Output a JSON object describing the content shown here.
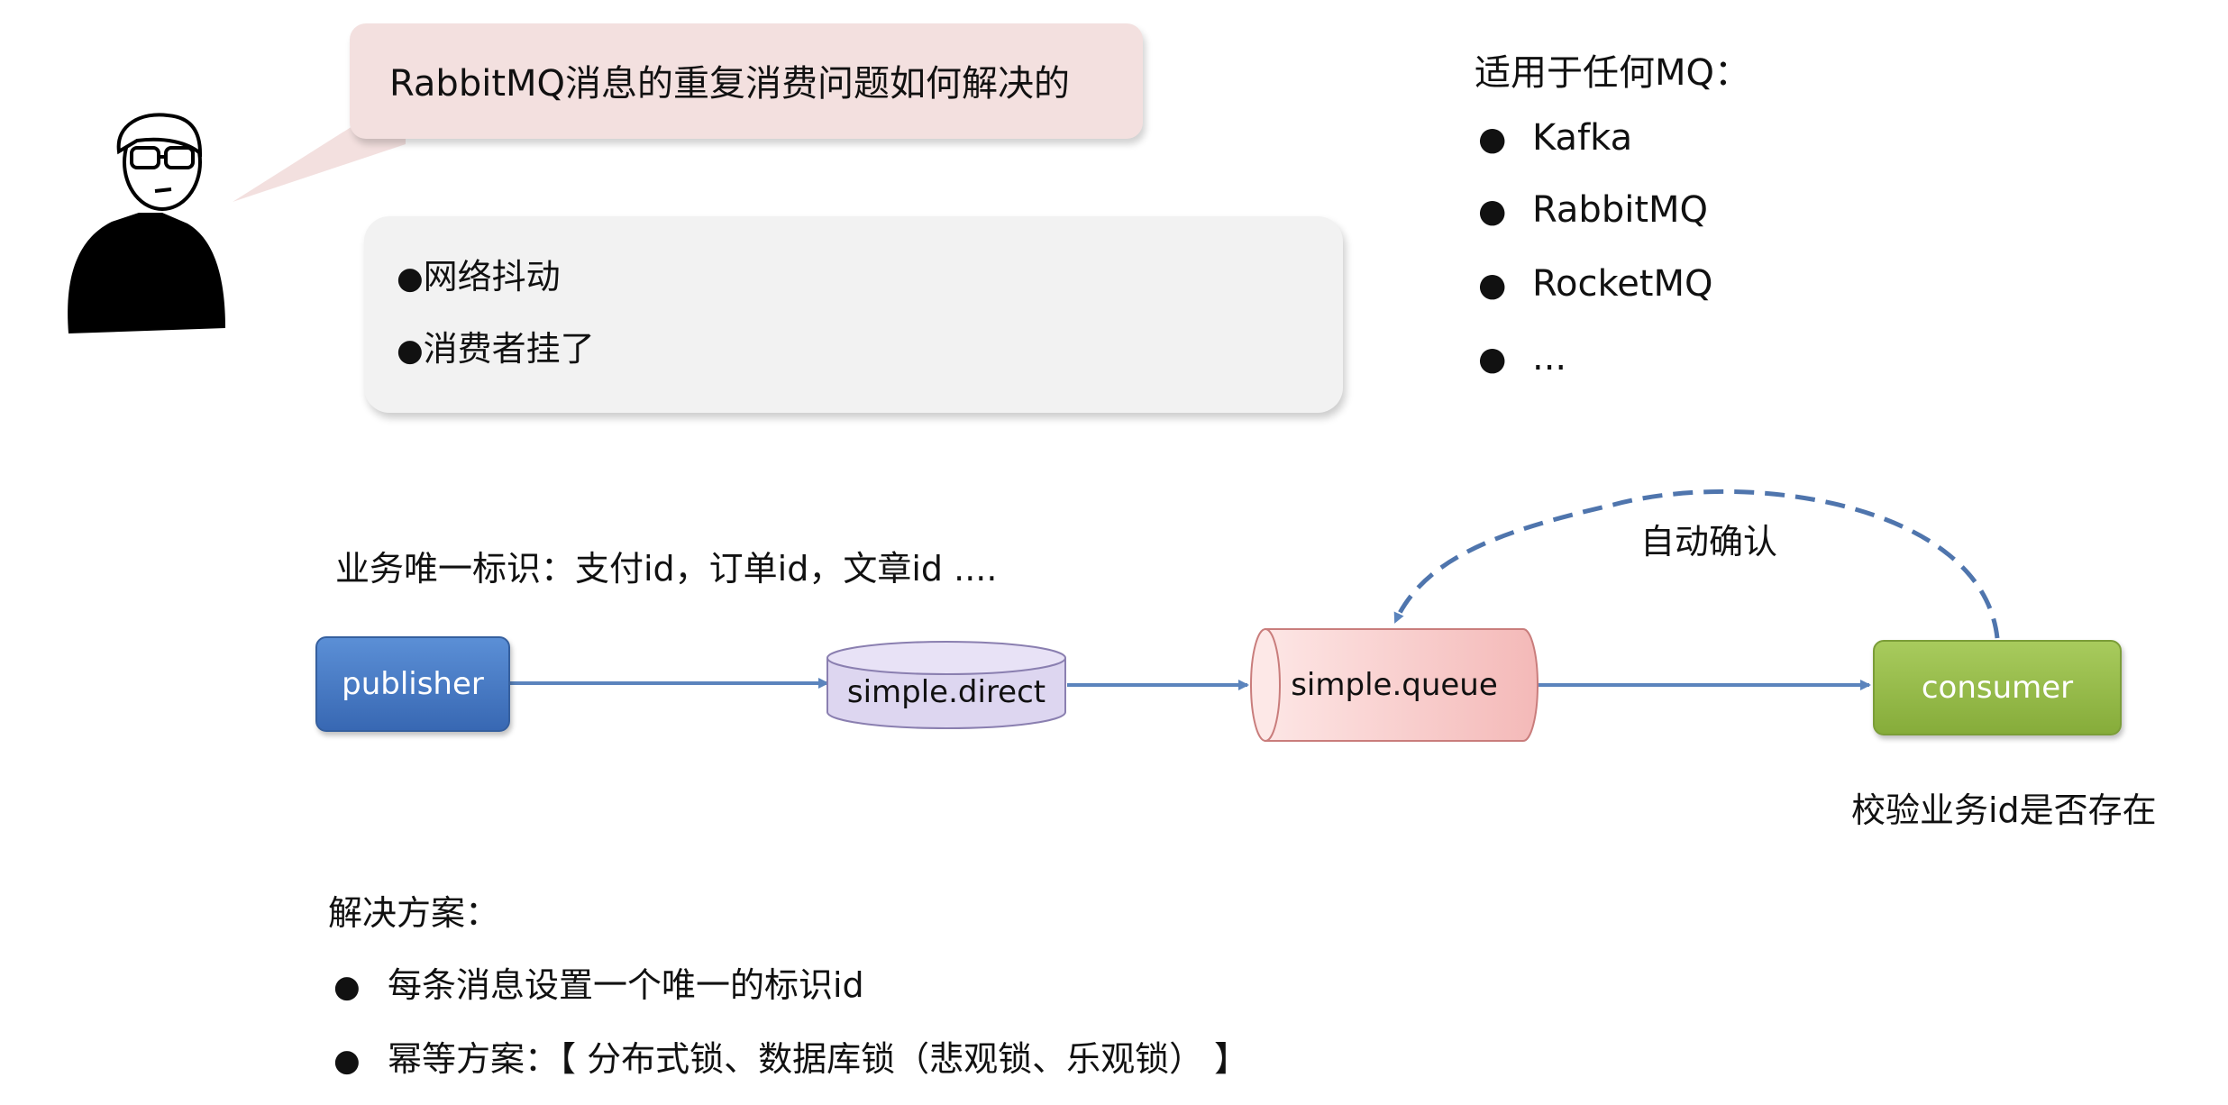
{
  "question": "RabbitMQ消息的重复消费问题如何解决的",
  "causes": [
    "网络抖动",
    "消费者挂了"
  ],
  "applicable": {
    "title": "适用于任何MQ：",
    "items": [
      "Kafka",
      "RabbitMQ",
      "RocketMQ",
      "..."
    ]
  },
  "business_id_note": "业务唯一标识：支付id，订单id，文章id ....",
  "flow": {
    "publisher": "publisher",
    "exchange": "simple.direct",
    "queue": "simple.queue",
    "consumer": "consumer",
    "ack_label": "自动确认",
    "consumer_note": "校验业务id是否存在"
  },
  "solutions": {
    "title": "解决方案：",
    "items": [
      "每条消息设置一个唯一的标识id",
      "幂等方案：【 分布式锁、数据库锁（悲观锁、乐观锁） 】"
    ]
  },
  "colors": {
    "publisher": "#4a7cc7",
    "consumer": "#95bb4a",
    "exchange": "#ddd6f0",
    "queue": "#f6c9c8",
    "arrow": "#5b84bd"
  }
}
